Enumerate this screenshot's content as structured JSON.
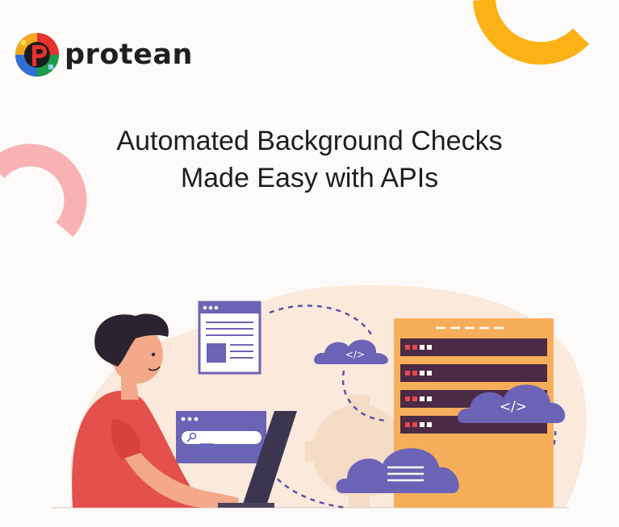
{
  "brand": {
    "name": "protean",
    "logo_icon": "protean-logo-mark-icon"
  },
  "headline": {
    "line1": "Automated Background Checks",
    "line2": "Made Easy with APIs"
  },
  "illustration": {
    "code_tag": "</>",
    "search_placeholder": "___"
  },
  "colors": {
    "yellow_accent": "#fcb216",
    "pink_accent": "#f9b2b4",
    "purple": "#6b63b5",
    "server_orange": "#f7ae5a",
    "server_slot": "#4a2a45",
    "shirt_red": "#e4504c"
  }
}
